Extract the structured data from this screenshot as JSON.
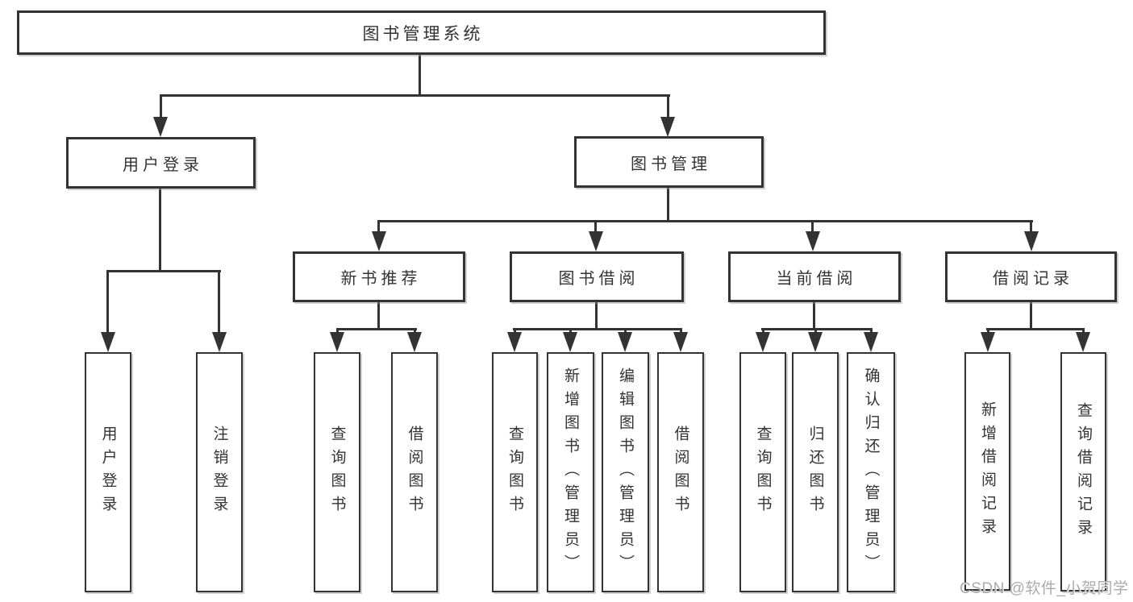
{
  "tree": {
    "root": {
      "label": "图书管理系统",
      "children": [
        {
          "label": "用户登录",
          "children": [
            {
              "label": "用户登录"
            },
            {
              "label": "注销登录"
            }
          ]
        },
        {
          "label": "图书管理",
          "children": [
            {
              "label": "新书推荐",
              "children": [
                {
                  "label": "查询图书"
                },
                {
                  "label": "借阅图书"
                }
              ]
            },
            {
              "label": "图书借阅",
              "children": [
                {
                  "label": "查询图书"
                },
                {
                  "label": "新增图书（管理员）"
                },
                {
                  "label": "编辑图书（管理员）"
                },
                {
                  "label": "借阅图书"
                }
              ]
            },
            {
              "label": "当前借阅",
              "children": [
                {
                  "label": "查询图书"
                },
                {
                  "label": "归还图书"
                },
                {
                  "label": "确认归还（管理员）"
                }
              ]
            },
            {
              "label": "借阅记录",
              "children": [
                {
                  "label": "新增借阅记录"
                },
                {
                  "label": "查询借阅记录"
                }
              ]
            }
          ]
        }
      ]
    }
  },
  "watermark": {
    "text": "CSDN @软件_小贺同学"
  },
  "colors": {
    "line": "#333333",
    "box_background": "#ffffff",
    "watermark_text": "#ababab"
  }
}
